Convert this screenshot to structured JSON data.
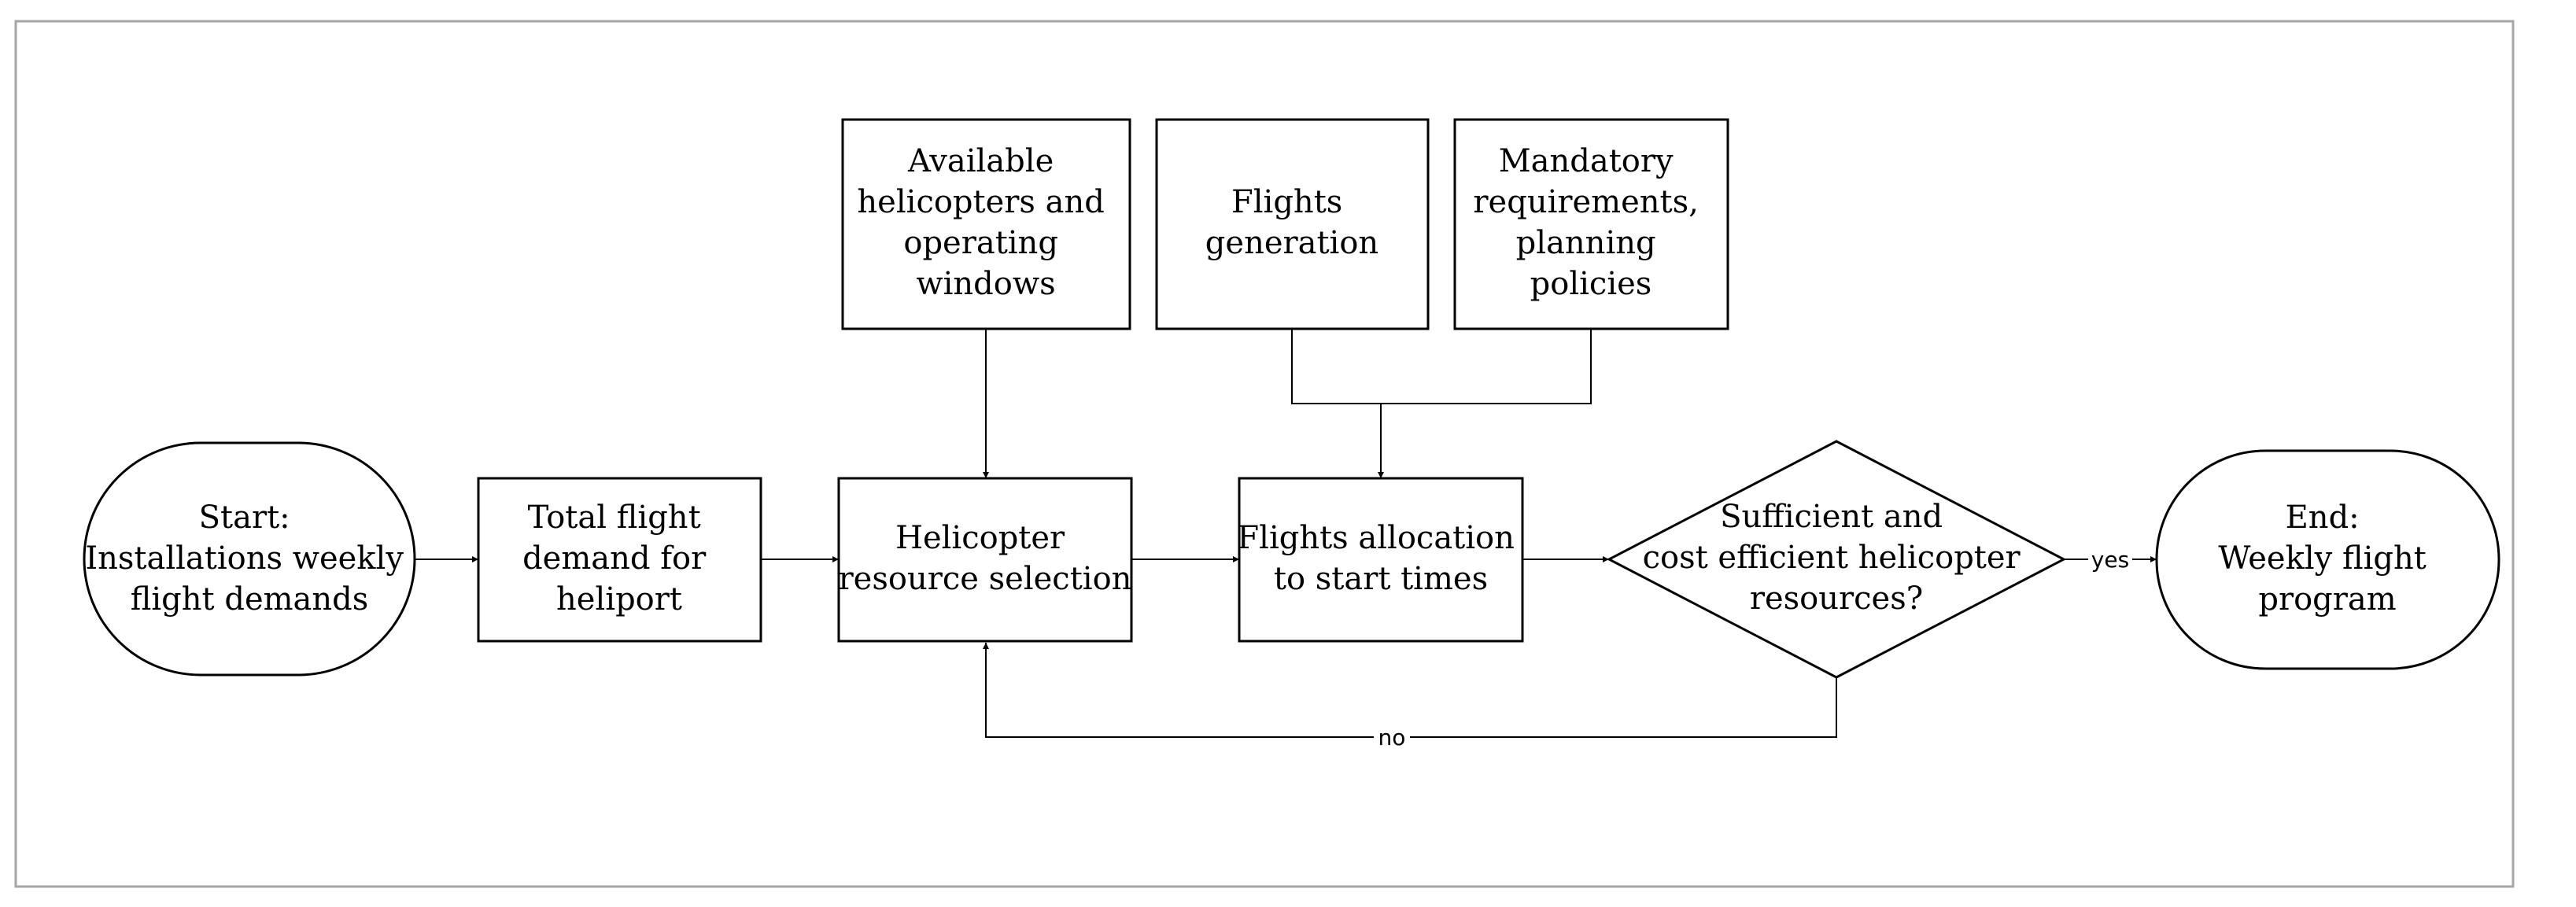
{
  "nodes": {
    "start": {
      "lines": [
        "Start:",
        "Installations weekly",
        "flight demands"
      ]
    },
    "total_demand": {
      "lines": [
        "Total flight",
        "demand for",
        "heliport"
      ]
    },
    "available_helicopters": {
      "lines": [
        "Available",
        "helicopters and",
        "operating",
        "windows"
      ]
    },
    "flights_generation": {
      "lines": [
        "Flights",
        "generation"
      ]
    },
    "mandatory_requirements": {
      "lines": [
        "Mandatory",
        "requirements,",
        "planning",
        "policies"
      ]
    },
    "resource_selection": {
      "lines": [
        "Helicopter",
        "resource selection"
      ]
    },
    "flights_allocation": {
      "lines": [
        "Flights allocation",
        "to start times"
      ]
    },
    "decision": {
      "lines": [
        "Sufficient and",
        "cost efficient helicopter",
        "resources?"
      ]
    },
    "end": {
      "lines": [
        "End:",
        "Weekly flight",
        "program"
      ]
    }
  },
  "edges": {
    "yes_label": "yes",
    "no_label": "no"
  }
}
